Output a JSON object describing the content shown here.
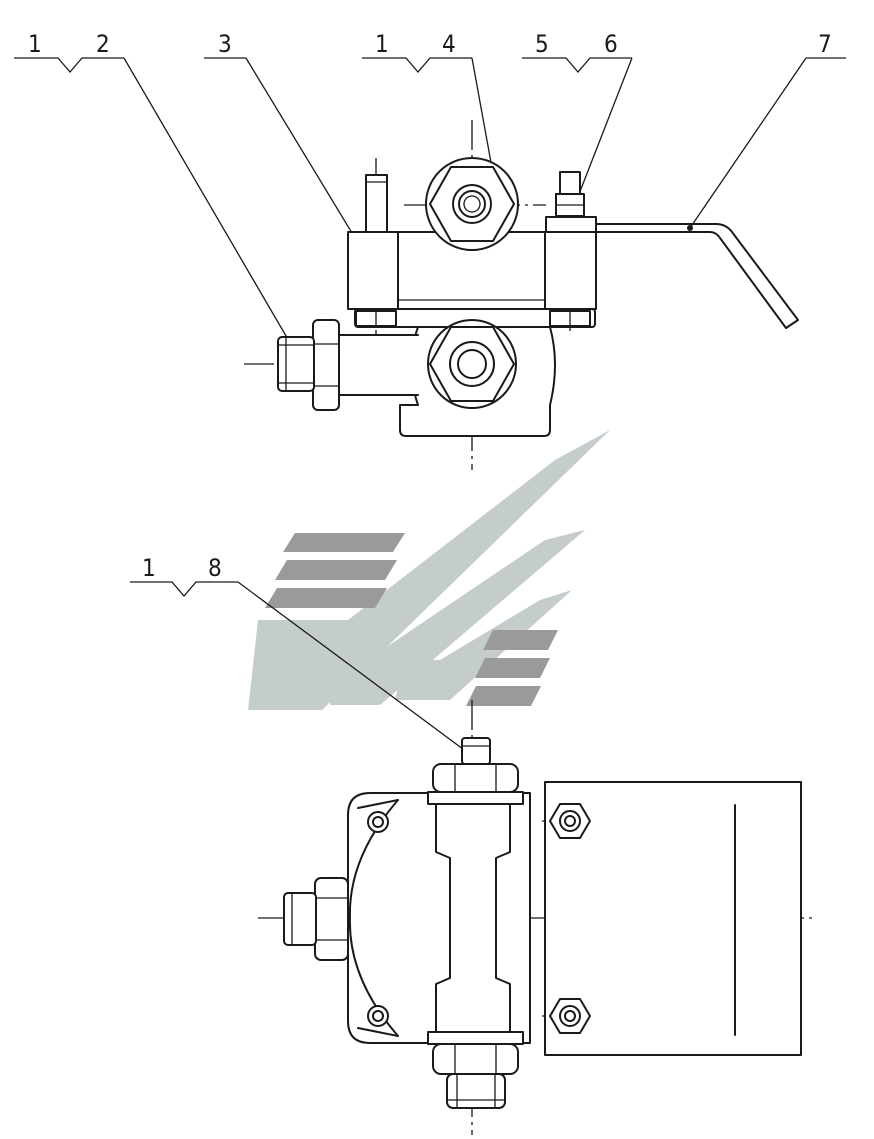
{
  "callouts": {
    "c1": {
      "left": "1",
      "right": "2"
    },
    "c2": {
      "label": "3"
    },
    "c3": {
      "left": "1",
      "right": "4"
    },
    "c4": {
      "left": "5",
      "right": "6"
    },
    "c5": {
      "label": "7"
    },
    "c6": {
      "left": "1",
      "right": "8"
    }
  },
  "colors": {
    "line": "#1a1a1a",
    "watermark_dark": "#9a9a9a",
    "watermark_light": "#c4cdcc"
  }
}
